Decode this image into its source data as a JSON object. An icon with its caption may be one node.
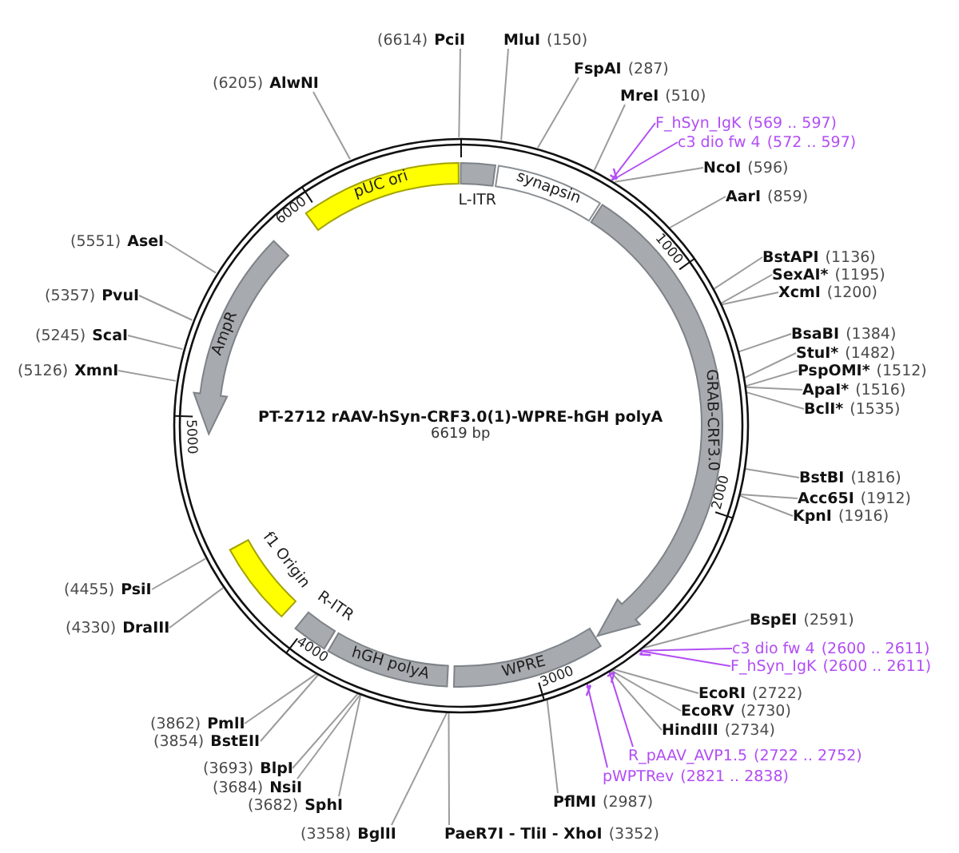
{
  "diagram": {
    "title": "PT-2712 rAAV-hSyn-CRF3.0(1)-WPRE-hGH polyA",
    "nodes": [
      {
        "text": [],
        "shape": "circle"
      },
      {
        "text": [
          "pUC ori"
        ],
        "in": 0
      },
      {
        "text": [
          "L-ITR"
        ],
        "in": 0
      },
      {
        "text": [
          "synapsin"
        ],
        "in": 0
      },
      {
        "text": [
          "GRAB-CRF3.0"
        ],
        "in": 0
      },
      {
        "text": [
          "WPRE"
        ],
        "in": 0
      },
      {
        "text": [
          "hGH polyA"
        ],
        "in": 0
      },
      {
        "text": [
          "R-ITR"
        ],
        "in": 0
      },
      {
        "text": [
          "f1 Origin"
        ],
        "in": 0
      },
      {
        "text": [
          "AmpR"
        ],
        "in": 0
      },
      {
        "text": [
          "MluI",
          "(150)"
        ]
      },
      {
        "text": [
          "FspAI",
          "(287)"
        ]
      },
      {
        "text": [
          "MreI",
          "(510)"
        ]
      },
      {
        "text": [
          "F_hSyn_IgK",
          "(569 .. 597)"
        ]
      },
      {
        "text": [
          "c3 dio fw 4",
          "(572 .. 597)"
        ]
      },
      {
        "text": [
          "NcoI",
          "(596)"
        ]
      },
      {
        "text": [
          "AarI",
          "(859)"
        ]
      },
      {
        "text": [
          "BstAPI",
          "(1136)"
        ]
      },
      {
        "text": [
          "SexAI*",
          "(1195)"
        ]
      },
      {
        "text": [
          "XcmI",
          "(1200)"
        ]
      },
      {
        "text": [
          "BsaBI",
          "(1384)"
        ]
      },
      {
        "text": [
          "StuI*",
          "(1482)"
        ]
      },
      {
        "text": [
          "PspOMI*",
          "(1512)"
        ]
      },
      {
        "text": [
          "ApaI*",
          "(1516)"
        ]
      },
      {
        "text": [
          "BclI*",
          "(1535)"
        ]
      },
      {
        "text": [
          "BstBI",
          "(1816)"
        ]
      },
      {
        "text": [
          "Acc65I",
          "(1912)"
        ]
      },
      {
        "text": [
          "KpnI",
          "(1916)"
        ]
      },
      {
        "text": [
          "BspEI",
          "(2591)"
        ]
      },
      {
        "text": [
          "c3 dio fw 4",
          "(2600 .. 2611)"
        ]
      },
      {
        "text": [
          "F_hSyn_IgK",
          "(2600 .. 2611)"
        ]
      },
      {
        "text": [
          "EcoRI",
          "(2722)"
        ]
      },
      {
        "text": [
          "EcoRV",
          "(2730)"
        ]
      },
      {
        "text": [
          "HindIII",
          "(2734)"
        ]
      },
      {
        "text": [
          "R_pAAV_AVP1.5",
          "(2722 .. 2752)"
        ]
      },
      {
        "text": [
          "pWPTRev",
          "(2821 .. 2838)"
        ]
      },
      {
        "text": [
          "PflMI",
          "(2987)"
        ]
      },
      {
        "text": [
          "PaeR7I - TliI - XhoI",
          "(3352)"
        ]
      },
      {
        "text": [
          "(3358)",
          "BglII"
        ]
      },
      {
        "text": [
          "(3682)",
          "SphI"
        ]
      },
      {
        "text": [
          "(3684)",
          "NsiI"
        ]
      },
      {
        "text": [
          "(3693)",
          "BlpI"
        ]
      },
      {
        "text": [
          "(3854)",
          "BstEII"
        ]
      },
      {
        "text": [
          "(3862)",
          "PmlI"
        ]
      },
      {
        "text": [
          "(4330)",
          "DraIII"
        ]
      },
      {
        "text": [
          "(4455)",
          "PsiI"
        ]
      },
      {
        "text": [
          "(5126)",
          "XmnI"
        ]
      },
      {
        "text": [
          "(5245)",
          "ScaI"
        ]
      },
      {
        "text": [
          "(5357)",
          "PvuI"
        ]
      },
      {
        "text": [
          "(5551)",
          "AseI"
        ]
      },
      {
        "text": [
          "(6205)",
          "AlwNI"
        ]
      },
      {
        "text": [
          "(6614)",
          "PciI"
        ]
      }
    ],
    "edges": [
      {
        "from": 10,
        "to": 0,
        "arrow": "none"
      },
      {
        "from": 11,
        "to": 0,
        "arrow": "none"
      },
      {
        "from": 12,
        "to": 0,
        "arrow": "none"
      },
      {
        "from": 13,
        "to": 0,
        "arrow": "none",
        "color": "#b24ef5"
      },
      {
        "from": 14,
        "to": 0,
        "arrow": "none",
        "color": "#b24ef5"
      },
      {
        "from": 15,
        "to": 0,
        "arrow": "none"
      },
      {
        "from": 16,
        "to": 0,
        "arrow": "none"
      },
      {
        "from": 17,
        "to": 0,
        "arrow": "none"
      },
      {
        "from": 18,
        "to": 0,
        "arrow": "none"
      },
      {
        "from": 19,
        "to": 0,
        "arrow": "none"
      },
      {
        "from": 20,
        "to": 0,
        "arrow": "none"
      },
      {
        "from": 21,
        "to": 0,
        "arrow": "none"
      },
      {
        "from": 22,
        "to": 0,
        "arrow": "none"
      },
      {
        "from": 23,
        "to": 0,
        "arrow": "none"
      },
      {
        "from": 24,
        "to": 0,
        "arrow": "none"
      },
      {
        "from": 25,
        "to": 0,
        "arrow": "none"
      },
      {
        "from": 26,
        "to": 0,
        "arrow": "none"
      },
      {
        "from": 27,
        "to": 0,
        "arrow": "none"
      },
      {
        "from": 28,
        "to": 0,
        "arrow": "none"
      },
      {
        "from": 29,
        "to": 0,
        "arrow": "none",
        "color": "#b24ef5"
      },
      {
        "from": 30,
        "to": 0,
        "arrow": "none",
        "color": "#b24ef5"
      },
      {
        "from": 31,
        "to": 0,
        "arrow": "none"
      },
      {
        "from": 32,
        "to": 0,
        "arrow": "none"
      },
      {
        "from": 33,
        "to": 0,
        "arrow": "none"
      },
      {
        "from": 34,
        "to": 0,
        "arrow": "none",
        "color": "#b24ef5"
      },
      {
        "from": 35,
        "to": 0,
        "arrow": "none",
        "color": "#b24ef5"
      },
      {
        "from": 36,
        "to": 0,
        "arrow": "none"
      },
      {
        "from": 37,
        "to": 0,
        "arrow": "none"
      },
      {
        "from": 38,
        "to": 0,
        "arrow": "none"
      },
      {
        "from": 39,
        "to": 0,
        "arrow": "none"
      },
      {
        "from": 40,
        "to": 0,
        "arrow": "none"
      },
      {
        "from": 41,
        "to": 0,
        "arrow": "none"
      },
      {
        "from": 42,
        "to": 0,
        "arrow": "none"
      },
      {
        "from": 43,
        "to": 0,
        "arrow": "none"
      },
      {
        "from": 44,
        "to": 0,
        "arrow": "none"
      },
      {
        "from": 45,
        "to": 0,
        "arrow": "none"
      },
      {
        "from": 46,
        "to": 0,
        "arrow": "none"
      },
      {
        "from": 47,
        "to": 0,
        "arrow": "none"
      },
      {
        "from": 48,
        "to": 0,
        "arrow": "none"
      },
      {
        "from": 49,
        "to": 0,
        "arrow": "none"
      },
      {
        "from": 50,
        "to": 0,
        "arrow": "none"
      },
      {
        "from": 51,
        "to": 0,
        "arrow": "none"
      }
    ],
    "labels": [
      "6619 bp",
      "1000",
      "2000",
      "3000",
      "4000",
      "5000",
      "6000"
    ]
  }
}
